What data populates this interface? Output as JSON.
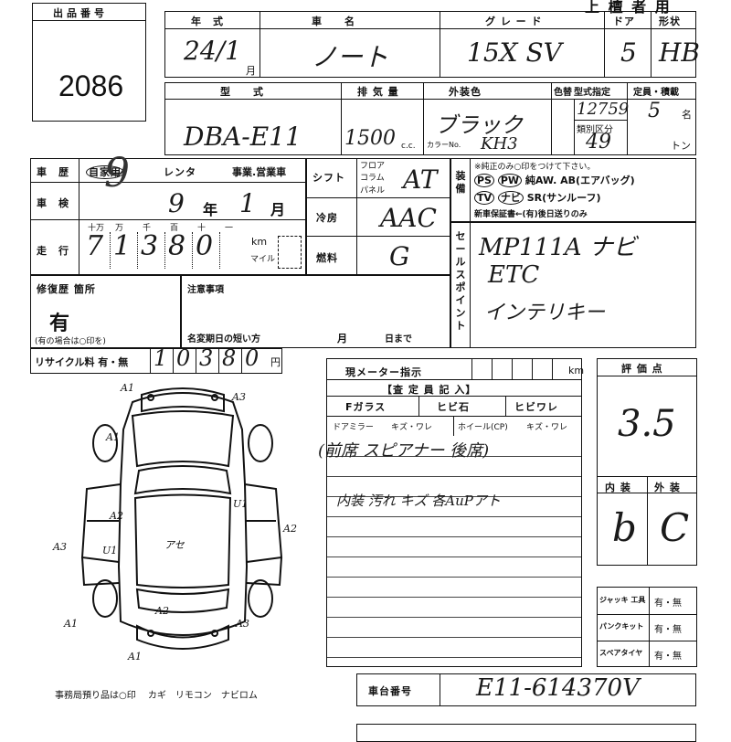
{
  "lot": {
    "label": "出品番号",
    "number": "2086"
  },
  "header": {
    "title_partial": "…",
    "title_right": "上 檀 者 用"
  },
  "row1": {
    "labels": {
      "year": "年　式",
      "name": "車　　名",
      "grade": "グ レ ー ド",
      "doors": "ドア",
      "shape": "形状"
    },
    "values": {
      "year": "24/1",
      "month_label": "月",
      "name": "ノート",
      "grade": "15X SV",
      "doors": "5",
      "shape": "HB"
    }
  },
  "row2": {
    "labels": {
      "model": "型　　式",
      "displacement": "排 気 量",
      "color": "外装色",
      "paint_no": "色替",
      "type_designation": "型式指定",
      "class_no": "類別区分",
      "capacity": "定員・積載"
    },
    "values": {
      "model": "DBA-E11",
      "displacement": "1500",
      "cc_unit": "c.c.",
      "color": "ブラック",
      "color_no_label": "カラーNo.",
      "color_no": "KH3",
      "type_designation": "12759",
      "class_no": "49",
      "capacity": "5",
      "capacity_unit": "名",
      "ton_unit": "トン"
    }
  },
  "history": {
    "label": "車　歴",
    "options": [
      "自家用",
      "レンタ",
      "事業.営業車"
    ],
    "inspection_label": "車　検",
    "inspection_year": "9",
    "year_label": "年",
    "inspection_month": "1",
    "month_label": "月",
    "mileage_label": "走　行",
    "mileage_digit_labels": [
      "十万",
      "万",
      "千",
      "百",
      "十",
      "一"
    ],
    "mileage_digits": [
      "7",
      "1",
      "3",
      "8",
      "0"
    ],
    "km_label": "km",
    "mile_label": "マイル"
  },
  "shift": {
    "label": "シフト",
    "options": [
      "フロア",
      "コラム",
      "パネル"
    ],
    "value": "AT"
  },
  "aircon": {
    "label": "冷房",
    "value": "AAC"
  },
  "fuel": {
    "label": "燃料",
    "value": "G"
  },
  "equipment": {
    "label": "装備",
    "note": "※純正のみ○印をつけて下さい。",
    "line1": [
      "PS",
      "PW",
      "純AW.",
      "AB(エアバッグ)"
    ],
    "line2": [
      "TV",
      "ナビ",
      "SR(サンルーフ)"
    ],
    "line3": "新車保証書←(有)後日送りのみ"
  },
  "sales_point": {
    "label": "セールスポイント",
    "lines": [
      "MP111A ナビ",
      "ETC",
      "インテリキー"
    ]
  },
  "repair": {
    "label": "修復歴 箇所",
    "value": "有",
    "note": "(有の場合は○印を)"
  },
  "notes": {
    "label": "注意事項",
    "name_change_label": "名変期日の短い方",
    "month_label": "月",
    "day_label": "日まで"
  },
  "recycle": {
    "label": "リサイクル料 有・無",
    "digits": [
      "1",
      "0",
      "3",
      "8",
      "0"
    ],
    "unit": "円"
  },
  "meter": {
    "label": "現メーター指示",
    "unit": "km"
  },
  "inspector": {
    "label": "【査 定 員 記 入】",
    "fglass": "Fガラス",
    "crack": "ヒビ石",
    "crack2": "ヒビワレ",
    "mirror": "ドアミラー",
    "mirror_val": "キズ・ワレ",
    "wheel": "ホイール(CP)",
    "wheel_val": "キズ・ワレ",
    "remark1": "(前席 スピアナー 後席)",
    "remark2": "内装 汚れ キズ 各AuPアト"
  },
  "rating": {
    "label": "評 価 点",
    "value": "3.5",
    "interior_label": "内 装",
    "exterior_label": "外 装",
    "interior": "b",
    "exterior": "C"
  },
  "diagram": {
    "marks": [
      {
        "text": "A1"
      },
      {
        "text": "A3"
      },
      {
        "text": "A1"
      },
      {
        "text": "U1"
      },
      {
        "text": "A2"
      },
      {
        "text": "A2"
      },
      {
        "text": "A3"
      },
      {
        "text": "U1"
      },
      {
        "text": "アセ"
      },
      {
        "text": "A1"
      },
      {
        "text": "A2"
      },
      {
        "text": "A3"
      },
      {
        "text": "A1"
      }
    ]
  },
  "tools": [
    {
      "label": "ジャッキ 工具",
      "value": "有・無"
    },
    {
      "label": "パンクキット",
      "value": "有・無"
    },
    {
      "label": "スペアタイヤ",
      "value": "有・無"
    }
  ],
  "footer": {
    "office_note": "事務局預り品は○印　 カギ　リモコン　ナビロム",
    "chassis_label": "車台番号",
    "chassis_no": "E11-614370V"
  }
}
